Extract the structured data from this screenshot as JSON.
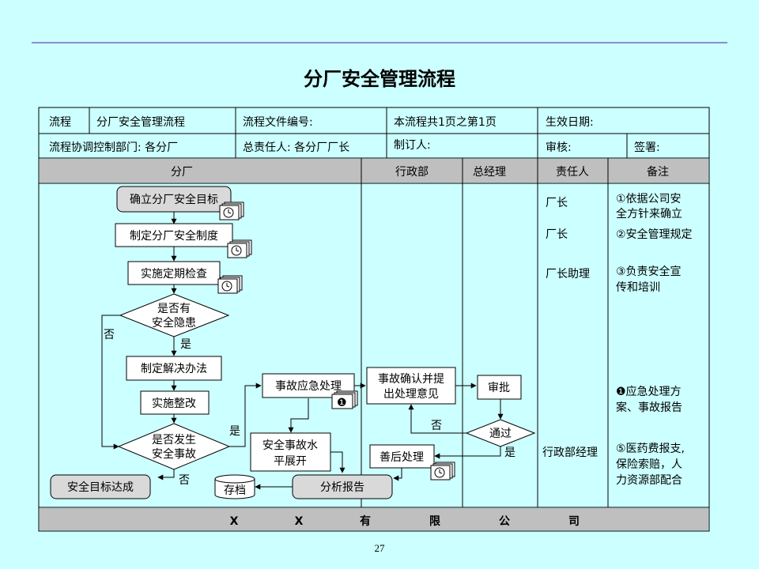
{
  "title": "分厂安全管理流程",
  "page_number": "27",
  "header": {
    "row1": {
      "flow_label": "流程",
      "flow_name": "分厂安全管理流程",
      "doc_no_label": "流程文件编号:",
      "pages": "本流程共1页之第1页",
      "effective_date_label": "生效日期:"
    },
    "row2": {
      "coord_dept": "流程协调控制部门: 各分厂",
      "owner": "总责任人: 各分厂厂长",
      "maker_label": "制订人:",
      "reviewer_label": "审核:",
      "sign_label": "签署:"
    }
  },
  "lanes": {
    "branch": "分厂",
    "admin": "行政部",
    "gm": "总经理",
    "responsible": "责任人",
    "notes": "备注"
  },
  "nodes": {
    "n1": "确立分厂安全目标",
    "n2": "制定分厂安全制度",
    "n3": "实施定期检查",
    "d1_line1": "是否有",
    "d1_line2": "安全隐患",
    "n4": "制定解决办法",
    "n5": "实施整改",
    "d2_line1": "是否发生",
    "d2_line2": "安全事故",
    "n6": "安全目标达成",
    "n7": "事故应急处理",
    "n8_line1": "安全事故水",
    "n8_line2": "平展开",
    "archive": "存档",
    "n9": "分析报告",
    "n10_line1": "事故确认并提",
    "n10_line2": "出处理意见",
    "n11": "审批",
    "d3": "通过",
    "n12": "善后处理"
  },
  "edge_labels": {
    "d1_no": "否",
    "d1_yes": "是",
    "d2_yes": "是",
    "d2_no": "否",
    "d3_no": "否",
    "d3_yes": "是"
  },
  "responsible": {
    "r1": "厂长",
    "r2": "厂长",
    "r3": "厂长助理",
    "r4": "行政部经理"
  },
  "notes": {
    "note1_line1": "①依据公司安",
    "note1_line2": "全方针来确立",
    "note2": "②安全管理规定",
    "note3_line1": "③负责安全宣",
    "note3_line2": "传和培训",
    "note4_line1": "❶应急处理方",
    "note4_line2": "案、事故报告",
    "note5_line1": "⑤医药费报支,",
    "note5_line2": "保险索赔，人",
    "note5_line3": "力资源部配合"
  },
  "doc_marker": "❶",
  "footer_company": [
    "X",
    "X",
    "有",
    "限",
    "公",
    "司"
  ],
  "colors": {
    "background": "#ccffff",
    "rule": "#8a8fd0",
    "lane_header": "#bfbfbf",
    "node_fill": "#ffffff",
    "rounded_node_fill": "#d9d9d9"
  }
}
